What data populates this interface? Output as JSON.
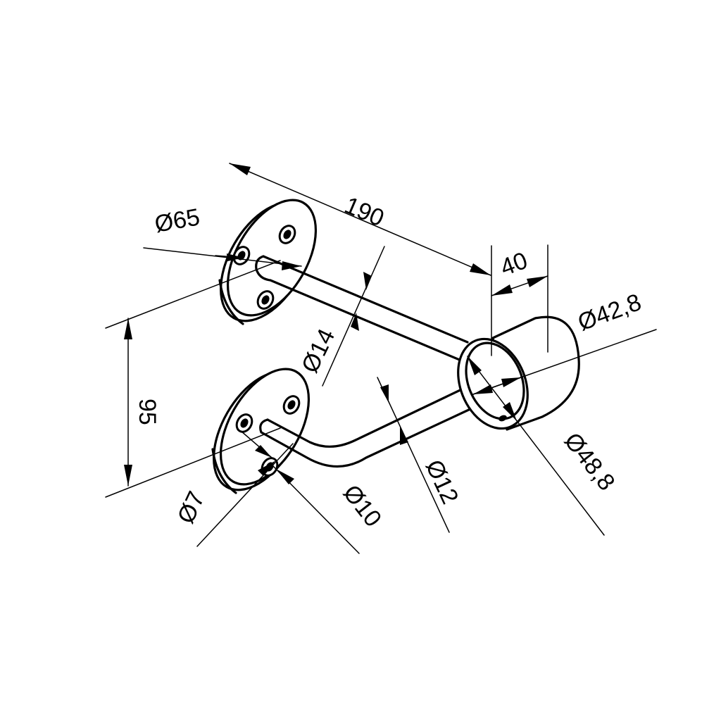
{
  "dimensions": {
    "length": "190",
    "cup_depth": "40",
    "cup_inner_diameter": "Ø42,8",
    "cup_outer_diameter": "Ø48,8",
    "plate_diameter": "Ø65",
    "rod_diameter_upper": "Ø14",
    "rod_diameter_lower": "Ø12",
    "height": "95",
    "screw_hole": "Ø7",
    "countersink": "Ø10"
  }
}
